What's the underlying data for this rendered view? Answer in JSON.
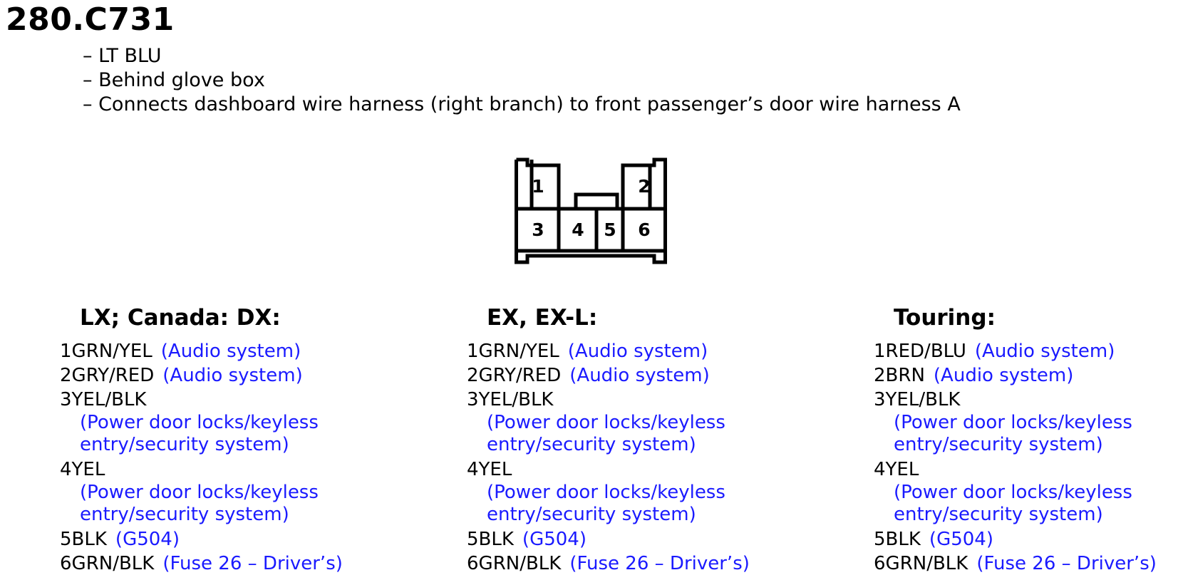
{
  "connector": {
    "id": "280.C731",
    "notes": [
      "– LT BLU",
      "– Behind glove box",
      "– Connects dashboard wire harness (right branch) to front passenger’s door wire harness A"
    ],
    "pin_labels": [
      "1",
      "2",
      "3",
      "4",
      "5",
      "6"
    ]
  },
  "columns": [
    {
      "title": "LX; Canada: DX:",
      "pins": [
        {
          "pin": "1",
          "wire": "GRN/YEL",
          "circuit": "(Audio system)",
          "wrap": false
        },
        {
          "pin": "2",
          "wire": "GRY/RED",
          "circuit": "(Audio system)",
          "wrap": false
        },
        {
          "pin": "3",
          "wire": "YEL/BLK",
          "circuit": "(Power door locks/keyless entry/security system)",
          "wrap": true
        },
        {
          "pin": "4",
          "wire": "YEL",
          "circuit": "(Power door locks/keyless entry/security system)",
          "wrap": true
        },
        {
          "pin": "5",
          "wire": "BLK",
          "circuit": "(G504)",
          "wrap": false
        },
        {
          "pin": "6",
          "wire": "GRN/BLK",
          "circuit": "(Fuse 26 – Driver’s)",
          "wrap": false
        }
      ]
    },
    {
      "title": "EX, EX-L:",
      "pins": [
        {
          "pin": "1",
          "wire": "GRN/YEL",
          "circuit": "(Audio system)",
          "wrap": false
        },
        {
          "pin": "2",
          "wire": "GRY/RED",
          "circuit": "(Audio system)",
          "wrap": false
        },
        {
          "pin": "3",
          "wire": "YEL/BLK",
          "circuit": "(Power door locks/keyless entry/security system)",
          "wrap": true
        },
        {
          "pin": "4",
          "wire": "YEL",
          "circuit": "(Power door locks/keyless entry/security system)",
          "wrap": true
        },
        {
          "pin": "5",
          "wire": "BLK",
          "circuit": "(G504)",
          "wrap": false
        },
        {
          "pin": "6",
          "wire": "GRN/BLK",
          "circuit": "(Fuse 26 – Driver’s)",
          "wrap": false
        }
      ]
    },
    {
      "title": "Touring:",
      "pins": [
        {
          "pin": "1",
          "wire": "RED/BLU",
          "circuit": "(Audio system)",
          "wrap": false
        },
        {
          "pin": "2",
          "wire": "BRN",
          "circuit": "(Audio system)",
          "wrap": false
        },
        {
          "pin": "3",
          "wire": "YEL/BLK",
          "circuit": "(Power door locks/keyless entry/security system)",
          "wrap": true
        },
        {
          "pin": "4",
          "wire": "YEL",
          "circuit": "(Power door locks/keyless entry/security system)",
          "wrap": true
        },
        {
          "pin": "5",
          "wire": "BLK",
          "circuit": "(G504)",
          "wrap": false
        },
        {
          "pin": "6",
          "wire": "GRN/BLK",
          "circuit": "(Fuse 26 – Driver’s)",
          "wrap": false
        }
      ]
    }
  ],
  "colors": {
    "text": "#000000",
    "circuit_link": "#1a1aff",
    "background": "#ffffff"
  }
}
